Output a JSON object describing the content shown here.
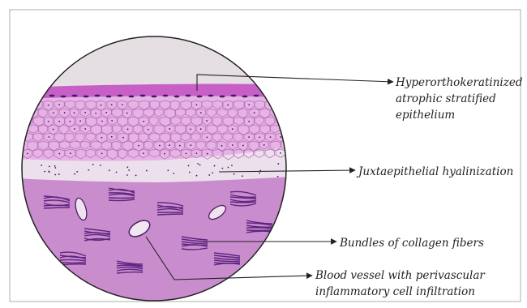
{
  "labels": {
    "hyperorthokeratinized": [
      "Hyperorthokeratinized",
      "atrophic stratified",
      "epithelium"
    ],
    "juxtaepithelial": "Juxtaepithelial hyalinization",
    "collagen": "Bundles of collagen fibers",
    "blood_vessel": [
      "Blood vessel with perivascular",
      "inflammatory cell infiltration"
    ]
  },
  "colors": {
    "keratin": "#e7dfe7",
    "epithelium": "#d68ad6",
    "hyalinization": "#ebd6eb",
    "connective_tissue": "#c178c7",
    "nuclei": "#3b1a6a",
    "collagen": "#6a2a86",
    "text": "#222222"
  }
}
